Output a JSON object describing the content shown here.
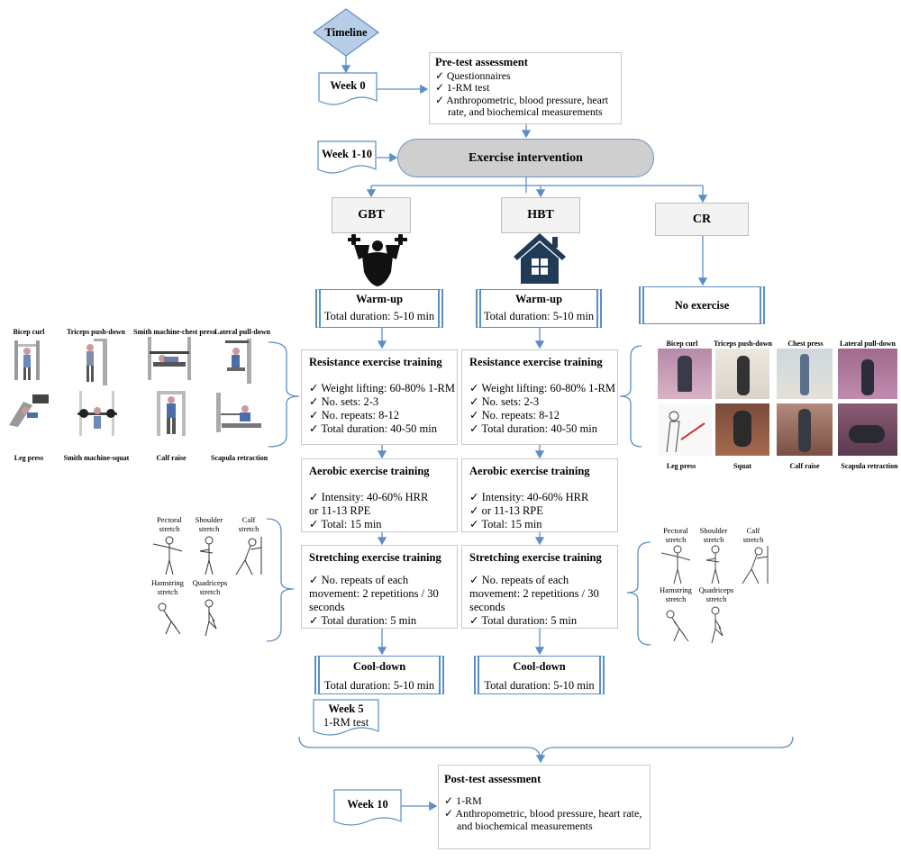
{
  "timeline": "Timeline",
  "week0": "Week 0",
  "pretest": {
    "title": "Pre-test assessment",
    "items": [
      "Questionnaires",
      "1-RM test",
      "Anthropometric, blood pressure, heart",
      "rate, and  biochemical measurements"
    ]
  },
  "week1_10": "Week 1-10",
  "intervention": "Exercise intervention",
  "groups": {
    "gbt": "GBT",
    "hbt": "HBT",
    "cr": "CR"
  },
  "warmup": {
    "title": "Warm-up",
    "duration": "Total duration: 5-10 min"
  },
  "no_exercise": "No exercise",
  "resistance": {
    "title": "Resistance exercise training",
    "items": [
      "Weight lifting: 60-80% 1-RM",
      "No. sets: 2-3",
      "No. repeats: 8-12",
      "Total duration: 40-50 min"
    ]
  },
  "aerobic": {
    "title": "Aerobic exercise training",
    "line1": "Intensity: 40-60% HRR",
    "line2": "or 11-13 RPE",
    "line3": "Total: 15 min"
  },
  "stretching": {
    "title": "Stretching exercise training",
    "line1": "No. repeats of each",
    "line2": "movement: 2 repetitions / 30",
    "line3": "seconds",
    "line4": "Total duration: 5 min"
  },
  "cooldown": {
    "title": "Cool-down",
    "duration": "Total duration: 5-10 min"
  },
  "week5": {
    "title": "Week 5",
    "sub": "1-RM test"
  },
  "week10": "Week 10",
  "posttest": {
    "title": "Post-test assessment",
    "items": [
      "1-RM",
      "Anthropometric, blood pressure, heart rate,",
      "and  biochemical measurements"
    ]
  },
  "gym_left": [
    "Bicep curl",
    "Triceps push-down",
    "Smith machine-chest press",
    "Lateral pull-down",
    "Leg press",
    "Smith machine-squat",
    "Calf raise",
    "Scapula retraction"
  ],
  "home_right": [
    "Bicep curl",
    "Triceps push-down",
    "Chest press",
    "Lateral pull-down",
    "Leg press",
    "Squat",
    "Calf raise",
    "Scapula retraction"
  ],
  "stretch_left": {
    "pectoral": "Pectoral\nstretch",
    "shoulder": "Shoulder\nstretch",
    "calf": "Calf\nstretch",
    "hamstring": "Hamstring\nstretch",
    "quadriceps": "Quadriceps\nstretch"
  },
  "stretch_right": {
    "pectoral": "Pectoral\nstretch",
    "shoulder": "Shoulder\nstretch",
    "calf": "Calf\nstretch",
    "hamstring": "Hamstring\nstretch",
    "quadriceps": "Quadriceps\nstretch"
  },
  "colors": {
    "connector": "#5b8fc5",
    "pill": "#cfcfcf",
    "house": "#1f3b58"
  }
}
